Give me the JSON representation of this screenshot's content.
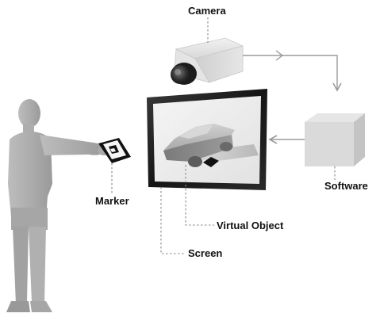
{
  "labels": {
    "camera": "Camera",
    "software": "Software",
    "marker": "Marker",
    "virtual_object": "Virtual Object",
    "screen": "Screen"
  },
  "colors": {
    "person": "#b3b3b3",
    "monitor_frame": "#1e1e1e",
    "monitor_screen": "#eeeeee",
    "device": "#d9d9d9",
    "arrow": "#9a9a9a",
    "leader": "#888888",
    "label_text": "#111111"
  }
}
